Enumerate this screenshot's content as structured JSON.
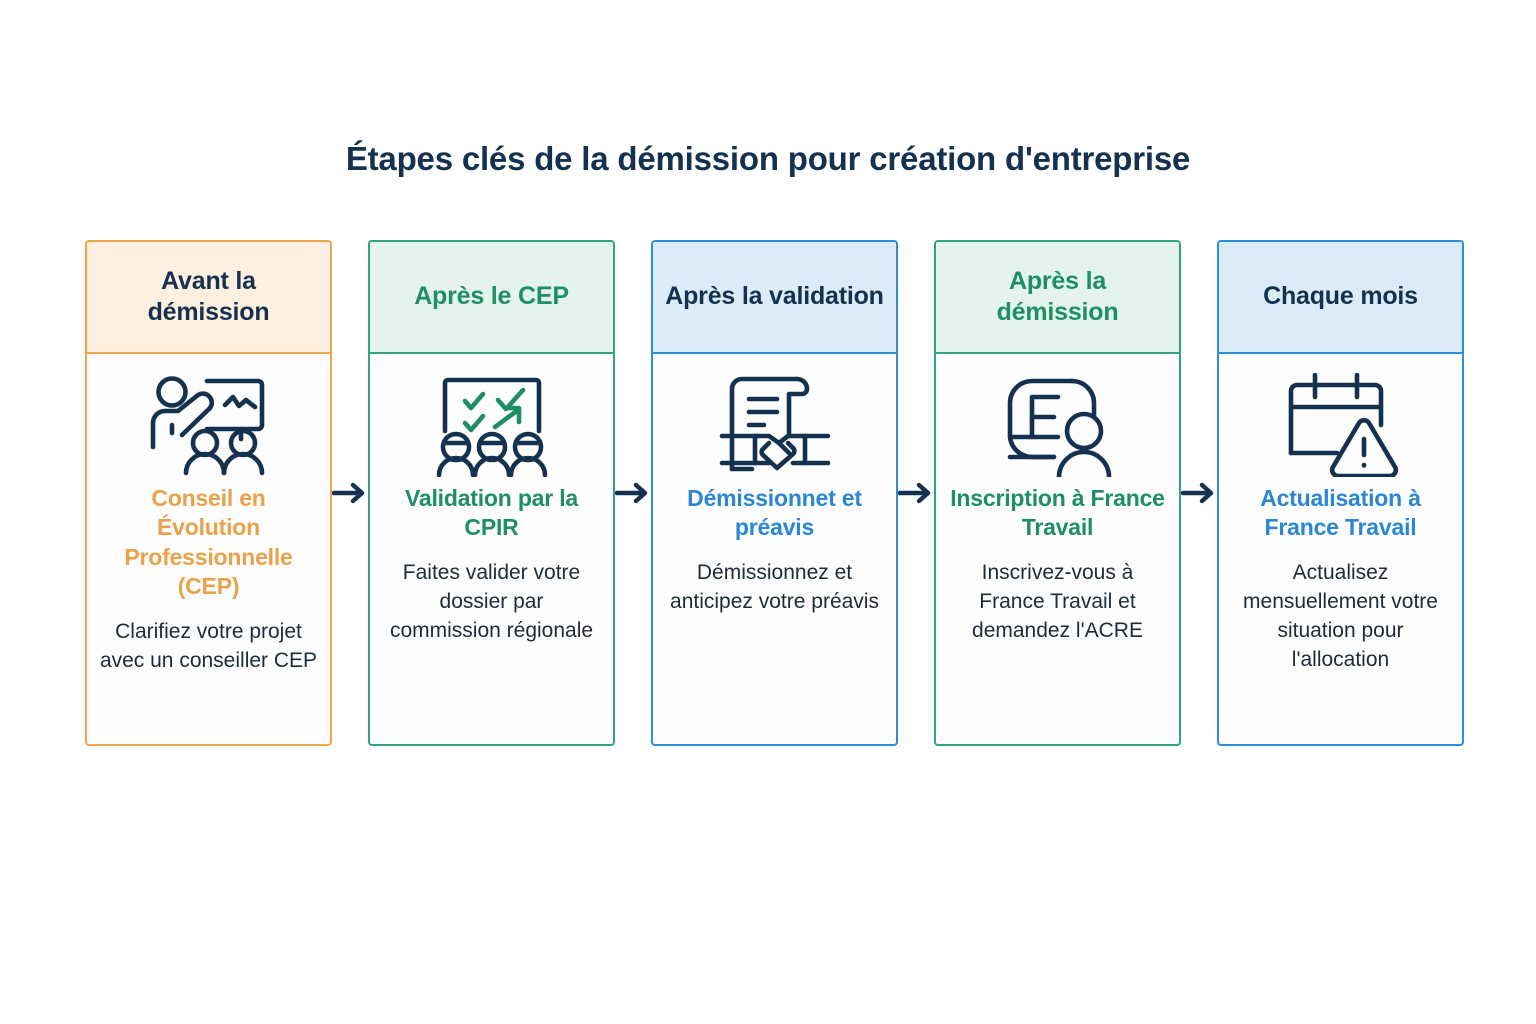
{
  "title": "Étapes clés de la démission pour création d'entreprise",
  "colors": {
    "navy": "#14314f",
    "orange_accent": "#e8a24c",
    "orange_border": "#eea649",
    "orange_header_bg": "#fdf0e0",
    "green_accent": "#1d8f62",
    "green_border": "#2fa579",
    "green_header_bg": "#e4f3ed",
    "blue_accent": "#2b87d4",
    "blue_border": "#2b8fdc",
    "blue_header_bg": "#dcebf8",
    "icon_stroke": "#14314f",
    "check_green": "#1d8f62",
    "body_text": "#1d2b3a",
    "arrow": "#14314f"
  },
  "flow": {
    "arrow_icon": "arrow-right-icon",
    "steps": [
      {
        "header": "Avant la démission",
        "icon": "presenter-whiteboard-audience-icon",
        "title": "Conseil en Évolution Professionnelle (CEP)",
        "description": "Clarifiez votre projet avec un conseiller CEP",
        "theme": "orange"
      },
      {
        "header": "Après le CEP",
        "icon": "checklist-board-committee-icon",
        "title": "Validation par la CPIR",
        "description": "Faites valider votre dossier par commission régionale",
        "theme": "green"
      },
      {
        "header": "Après la validation",
        "icon": "document-handshake-icon",
        "title": "Démissionnet et préavis",
        "description": "Démissionnez et anticipez votre préavis",
        "theme": "blue"
      },
      {
        "header": "Après la démission",
        "icon": "france-travail-card-person-icon",
        "title": "Inscription à France Travail",
        "description": "Inscrivez-vous à France Travail et demandez l'ACRE",
        "theme": "green"
      },
      {
        "header": "Chaque mois",
        "icon": "calendar-warning-icon",
        "title": "Actualisation à France Travail",
        "description": "Actualisez mensuellement votre situation pour l'allocation",
        "theme": "blue"
      }
    ]
  }
}
